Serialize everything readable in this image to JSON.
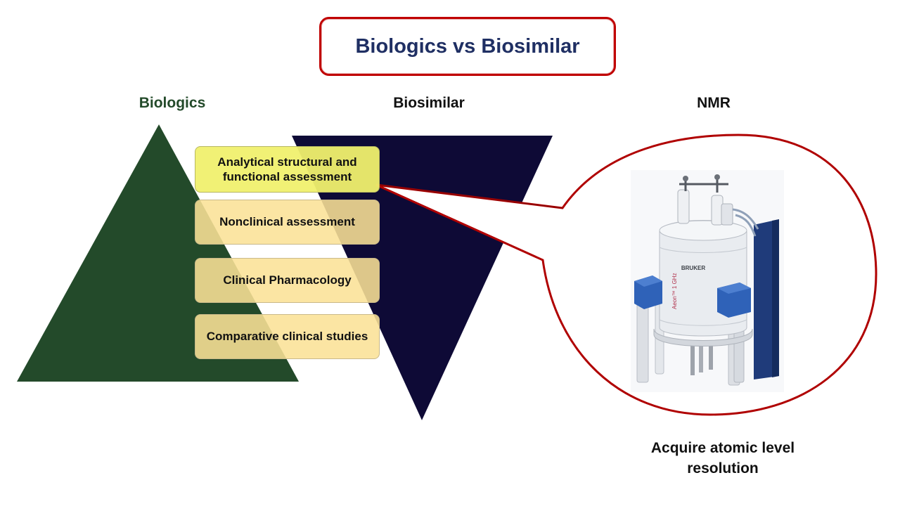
{
  "title": "Biologics vs Biosimilar",
  "headings": {
    "biologics": "Biologics",
    "biosimilar": "Biosimilar",
    "nmr": "NMR"
  },
  "steps": [
    "Analytical structural and functional assessment",
    "Nonclinical assessment",
    "Clinical Pharmacology",
    "Comparative clinical studies"
  ],
  "nmr_caption": "Acquire atomic level resolution",
  "instrument_labels": {
    "brand": "BRUKER",
    "model": "Aeon™ 1 GHz"
  },
  "colors": {
    "biologics_green": "#234a2a",
    "biosimilar_navy": "#0e0a36",
    "callout_red": "#b00000",
    "title_navy": "#1f2f63",
    "step_fill": "#fbe196",
    "step_highlight": "#f0f06e"
  }
}
